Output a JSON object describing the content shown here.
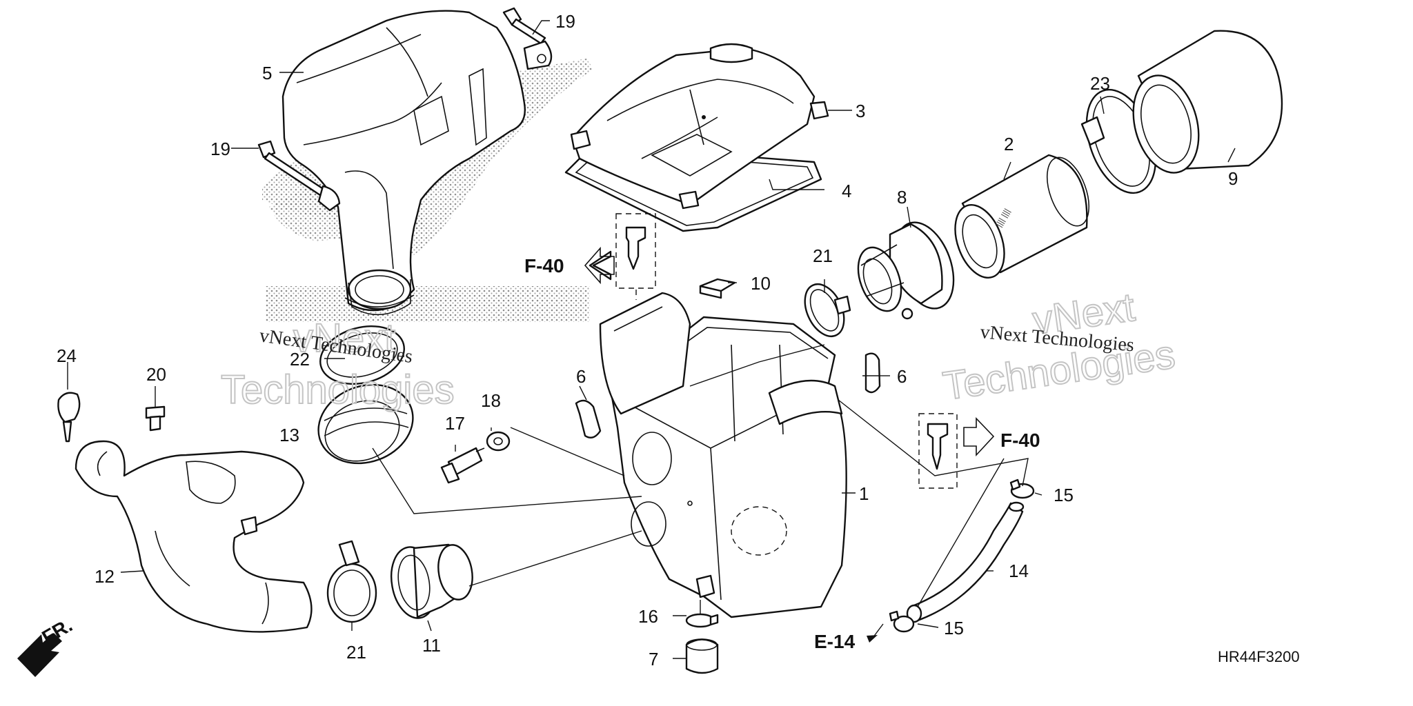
{
  "diagram_code": "HR44F3200",
  "direction_label": "FR.",
  "refs": {
    "f40_left": "F-40",
    "f40_right": "F-40",
    "e14": "E-14"
  },
  "watermarks": {
    "left_small": "vNext Technologies",
    "left_big_1": "vNext",
    "left_big_2": "Technologies",
    "right_small": "vNext Technologies",
    "right_big_1": "vNext",
    "right_big_2": "Technologies"
  },
  "callouts": {
    "p1": "1",
    "p2": "2",
    "p3": "3",
    "p4": "4",
    "p5": "5",
    "p6a": "6",
    "p6b": "6",
    "p7": "7",
    "p8": "8",
    "p9": "9",
    "p10": "10",
    "p11": "11",
    "p12": "12",
    "p13": "13",
    "p14": "14",
    "p15a": "15",
    "p15b": "15",
    "p16": "16",
    "p17": "17",
    "p18": "18",
    "p19a": "19",
    "p19b": "19",
    "p20": "20",
    "p21a": "21",
    "p21b": "21",
    "p22": "22",
    "p23": "23",
    "p24": "24"
  }
}
